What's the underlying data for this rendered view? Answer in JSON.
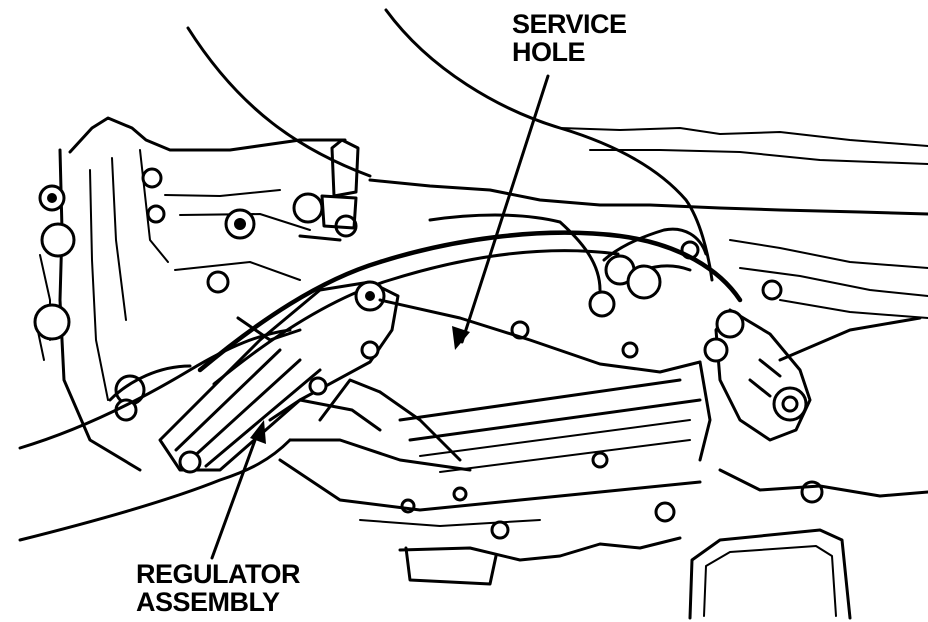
{
  "labels": {
    "service_hole": {
      "line1": "SERVICE",
      "line2": "HOLE"
    },
    "regulator_assembly": {
      "line1": "REGULATOR",
      "line2": "ASSEMBLY"
    }
  },
  "colors": {
    "ink": "#000000",
    "paper": "#ffffff"
  }
}
